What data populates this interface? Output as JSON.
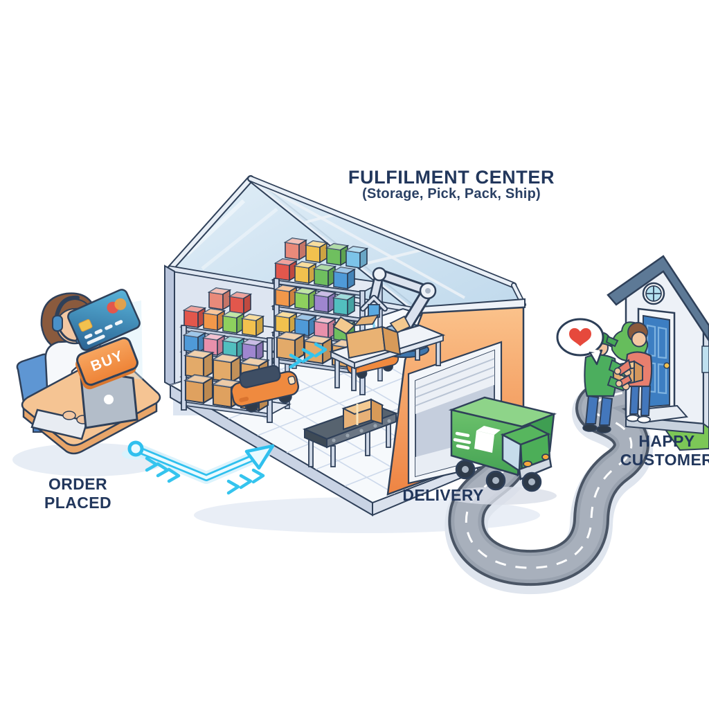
{
  "scene": {
    "title": "FULFILMENT CENTER",
    "subtitle": "(Storage, Pick, Pack, Ship)",
    "buy_label": "BUY",
    "labels": {
      "order_line1": "ORDER",
      "order_line2": "PLACED",
      "delivery": "DELIVERY",
      "happy_line1": "HAPPY",
      "happy_line2": "CUSTOMER"
    },
    "flow_steps": [
      "ORDER PLACED",
      "FULFILMENT CENTER",
      "DELIVERY",
      "HAPPY CUSTOMER"
    ],
    "colors": {
      "text_navy": "#22375c",
      "outline_navy": "#2f4059",
      "accent_cyan": "#2fbfec",
      "warehouse_orange": "#f08a4a",
      "truck_green": "#4cae5e",
      "buy_orange": "#f19043",
      "card_blue": "#3d7fb5",
      "road_gray": "#99a2af",
      "heart_red": "#e6493c",
      "glass_blue": "#cfe2f1",
      "desk_tan": "#f5c493",
      "house_roof": "#5d7996",
      "door_blue": "#3d7ec2"
    },
    "icons": {
      "credit_card_icon": "▭",
      "heart_icon": "♥",
      "chevron_icon": "»",
      "laptop_logo_icon": "●",
      "truck_logo_icon": "📦"
    }
  }
}
